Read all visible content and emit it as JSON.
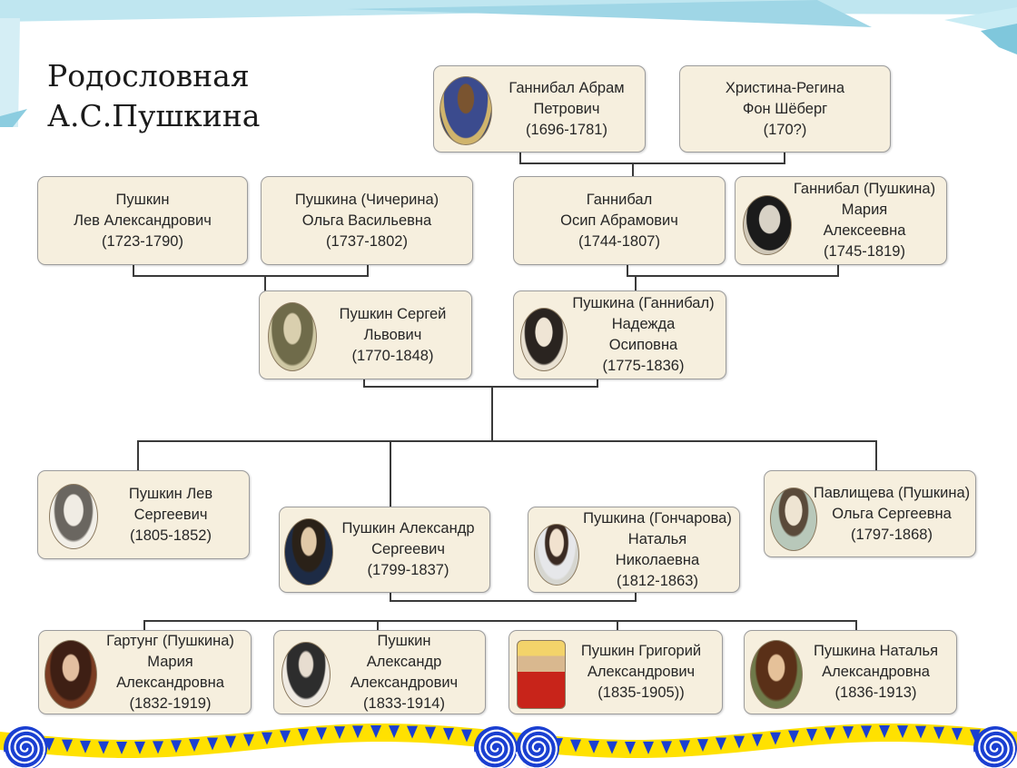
{
  "title": {
    "line1": "Родословная",
    "line2": "А.С.Пушкина"
  },
  "nodes": {
    "hannibal_abram": {
      "name1": "Ганнибал Абрам",
      "name2": "Петрович",
      "years": "(1696-1781)"
    },
    "christina": {
      "name1": "Христина-Регина",
      "name2": "Фон Шёберг",
      "years": "(170?)"
    },
    "pushkin_lev_a": {
      "name1": "Пушкин",
      "name2": "Лев Александрович",
      "years": "(1723-1790)"
    },
    "pushkina_olga_v": {
      "name1": "Пушкина (Чичерина)",
      "name2": "Ольга Васильевна",
      "years": "(1737-1802)"
    },
    "hannibal_osip": {
      "name1": "Ганнибал",
      "name2": "Осип Абрамович",
      "years": "(1744-1807)"
    },
    "hannibal_maria": {
      "name1": "Ганнибал (Пушкина)",
      "name2": "Мария",
      "name3": "Алексеевна",
      "years": "(1745-1819)"
    },
    "pushkin_sergey": {
      "name1": "Пушкин Сергей",
      "name2": "Львович",
      "years": "(1770-1848)"
    },
    "pushkina_nadezhda": {
      "name1": "Пушкина (Ганнибал)",
      "name2": "Надежда",
      "name3": "Осиповна",
      "years": "(1775-1836)"
    },
    "pushkin_lev_s": {
      "name1": "Пушкин Лев",
      "name2": "Сергеевич",
      "years": "(1805-1852)"
    },
    "pushkin_alexander": {
      "name1": "Пушкин Александр",
      "name2": "Сергеевич",
      "years": "(1799-1837)"
    },
    "pushkina_natalia_n": {
      "name1": "Пушкина (Гончарова)",
      "name2": "Наталья",
      "name3": "Николаевна",
      "years": "(1812-1863)"
    },
    "pavlishcheva_olga": {
      "name1": "Павлищева (Пушкина)",
      "name2": "Ольга Сергеевна",
      "years": "(1797-1868)"
    },
    "gartung_maria": {
      "name1": "Гартунг (Пушкина)",
      "name2": "Мария",
      "name3": "Александровна",
      "years": "(1832-1919)"
    },
    "pushkin_alexander_a": {
      "name1": "Пушкин",
      "name2": "Александр",
      "name3": "Александрович",
      "years": "(1833-1914)"
    },
    "pushkin_grigory": {
      "name1": "Пушкин Григорий",
      "name2": "Александрович",
      "years": "(1835-1905))"
    },
    "pushkina_natalia_a": {
      "name1": "Пушкина Наталья",
      "name2": "Александровна",
      "years": "(1836-1913)"
    }
  },
  "colors": {
    "node_fill": "#f6efde",
    "node_border": "#9c9c9c",
    "connector": "#3a3a3a",
    "banner_blue": "#1a3fd1",
    "banner_yellow": "#ffe100",
    "top_bar": "#9fd6e6"
  }
}
